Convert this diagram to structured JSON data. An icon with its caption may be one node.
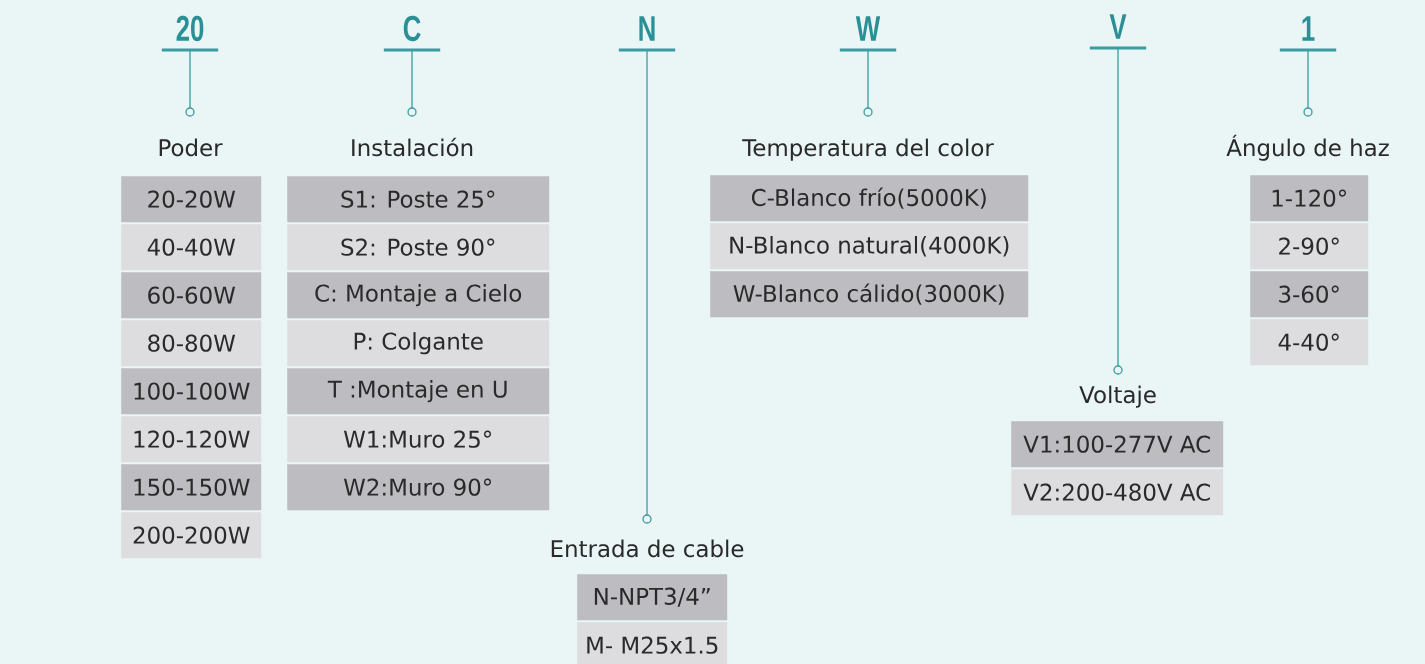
{
  "diagram": {
    "nodes": [
      {
        "text": [
          "20"
        ]
      },
      {
        "text": [],
        "shape": "circle"
      },
      {
        "text": [
          "Poder"
        ]
      },
      {
        "text": [
          "20-20W"
        ]
      },
      {
        "text": [
          "40-40W"
        ]
      },
      {
        "text": [
          "60-60W"
        ]
      },
      {
        "text": [
          "80-80W"
        ]
      },
      {
        "text": [
          "100-100W"
        ]
      },
      {
        "text": [
          "120-120W"
        ]
      },
      {
        "text": [
          "150-150W"
        ]
      },
      {
        "text": [
          "200-200W"
        ]
      },
      {
        "text": [
          "C"
        ]
      },
      {
        "text": [],
        "shape": "circle"
      },
      {
        "text": [
          "Instalación"
        ]
      },
      {
        "text": [
          "S1: Poste 25°"
        ]
      },
      {
        "text": [
          "S2: Poste 90°"
        ]
      },
      {
        "text": [
          "C: Montaje a Cielo"
        ]
      },
      {
        "text": [
          "P: Colgante"
        ]
      },
      {
        "text": [
          "T :Montaje en U"
        ]
      },
      {
        "text": [
          "W1:Muro 25°"
        ]
      },
      {
        "text": [
          "W2:Muro 90°"
        ]
      },
      {
        "text": [
          "N"
        ]
      },
      {
        "text": [],
        "shape": "circle"
      },
      {
        "text": [
          "Entrada de cable"
        ]
      },
      {
        "text": [
          "N-NPT3/4”"
        ]
      },
      {
        "text": [
          "M- M25x1.5"
        ]
      },
      {
        "text": [
          "W"
        ]
      },
      {
        "text": [],
        "shape": "circle"
      },
      {
        "text": [
          "Temperatura del color"
        ]
      },
      {
        "text": [
          "C-Blanco frío(5000K)"
        ]
      },
      {
        "text": [
          "N-Blanco natural(4000K)"
        ]
      },
      {
        "text": [
          "W-Blanco cálido(3000K)"
        ]
      },
      {
        "text": [
          "V"
        ]
      },
      {
        "text": [],
        "shape": "circle"
      },
      {
        "text": [
          "Voltaje"
        ]
      },
      {
        "text": [
          "V1:100-277V AC"
        ]
      },
      {
        "text": [
          "V2:200-480V AC"
        ]
      },
      {
        "text": [
          "1"
        ]
      },
      {
        "text": [],
        "shape": "circle"
      },
      {
        "text": [
          "Ángulo de haz"
        ]
      },
      {
        "text": [
          "1-120°"
        ]
      },
      {
        "text": [
          "2-90°"
        ]
      },
      {
        "text": [
          "3-60°"
        ]
      },
      {
        "text": [
          "4-40°"
        ]
      }
    ],
    "edges": [
      {
        "from": 0,
        "to": 1,
        "arrow": "none"
      },
      {
        "from": 11,
        "to": 12,
        "arrow": "none"
      },
      {
        "from": 21,
        "to": 22,
        "arrow": "none"
      },
      {
        "from": 26,
        "to": 27,
        "arrow": "none"
      },
      {
        "from": 32,
        "to": 33,
        "arrow": "none"
      },
      {
        "from": 37,
        "to": 38,
        "arrow": "none"
      }
    ]
  }
}
